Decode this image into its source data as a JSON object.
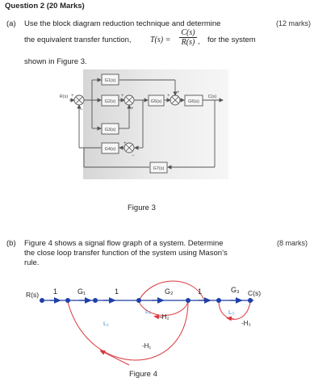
{
  "question": {
    "title": "Question 2 (20 Marks)"
  },
  "part_a": {
    "label": "(a)",
    "line1": "Use the block diagram reduction technique and determine",
    "marks": "(12 marks)",
    "line2_prefix": "the equivalent transfer function,",
    "tf_symbol": "T(s) =",
    "tf_num": "C(s)",
    "tf_den": "R(s)",
    "tf_comma": ",",
    "line2_suffix": "for the system",
    "line3": "shown in Figure 3.",
    "figure_caption": "Figure 3"
  },
  "figure3": {
    "input": "R(s)",
    "output": "C(s)",
    "blocks": {
      "g1": "G1(s)",
      "g2": "G2(s)",
      "g3": "G3(s)",
      "g4": "G4(s)",
      "g5": "G5(s)",
      "g6": "G6(s)",
      "g7": "G7(s)"
    }
  },
  "part_b": {
    "label": "(b)",
    "line1": "Figure 4 shows a signal flow graph of a system. Determine",
    "marks": "(8 marks)",
    "line2": "the close loop transfer function of the system using Mason’s",
    "line3": "rule.",
    "figure_caption": "Figure 4"
  },
  "figure4": {
    "input": "R(s)",
    "output": "C(s)",
    "gains": {
      "one_a": "1",
      "g1": "G₁",
      "one_b": "1",
      "g2": "G₂",
      "one_c": "1",
      "g3": "G₃"
    },
    "loops": {
      "l1": "L₁",
      "l2": "L₂",
      "l3": "L₃"
    },
    "feedback": {
      "h1": "-H₁",
      "h2": "-H₂",
      "h3": "-H₃"
    },
    "colors": {
      "path": "#1f3fa8",
      "feedback": "#d9363e",
      "loop_label": "#2e8bcf"
    }
  }
}
